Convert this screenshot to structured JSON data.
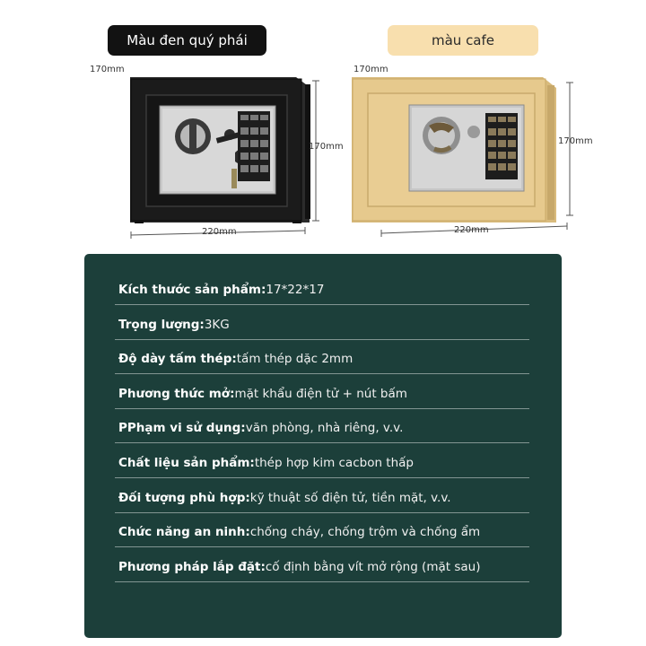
{
  "variants": {
    "black": "Màu đen quý phái",
    "cafe": "màu cafe"
  },
  "dimensions": {
    "black": {
      "depth": "170mm",
      "height": "170mm",
      "width": "220mm"
    },
    "cafe": {
      "depth": "170mm",
      "height": "170mm",
      "width": "220mm"
    }
  },
  "colors": {
    "panel": "#1c3f3a",
    "black_safe": "#1b1b1b",
    "cafe_safe": "#e6c98d",
    "pill_black": "#121212",
    "pill_cafe": "#f8dfae"
  },
  "specs": [
    {
      "key": "Kích thước sản phẩm:",
      "value": " 17*22*17"
    },
    {
      "key": "Trọng lượng:",
      "value": " 3KG"
    },
    {
      "key": "Độ dày tấm thép:",
      "value": " tấm thép dặc 2mm"
    },
    {
      "key": "Phương thức mở:",
      "value": " mặt khẩu điện tử + nút bấm"
    },
    {
      "key": "PPhạm vi sử dụng:",
      "value": "  văn phòng, nhà riêng, v.v."
    },
    {
      "key": "Chất liệu sản phẩm:",
      "value": " thép hợp kim cacbon thấp"
    },
    {
      "key": "Đối tượng phù hợp:",
      "value": " kỹ thuật số điện tử, tiền mặt, v.v."
    },
    {
      "key": "Chức năng an ninh:",
      "value": " chống cháy, chống trộm và chống ẩm"
    },
    {
      "key": "Phương pháp lắp đặt:",
      "value": "  cố định bằng vít mở rộng (mặt sau)"
    }
  ]
}
